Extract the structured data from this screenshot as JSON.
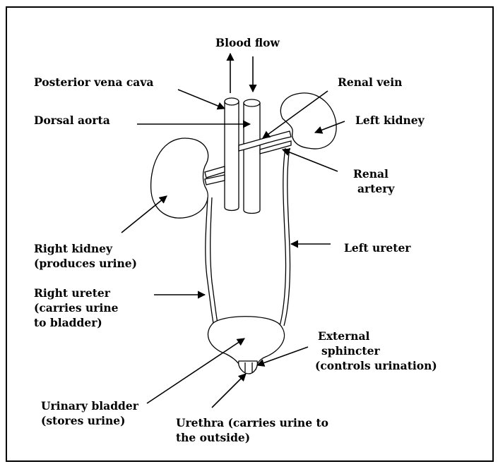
{
  "diagram": {
    "labels": {
      "blood_flow": "Blood flow",
      "posterior_vena_cava": "Posterior vena cava",
      "dorsal_aorta": "Dorsal aorta",
      "renal_vein": "Renal vein",
      "left_kidney": "Left kidney",
      "renal_artery": [
        "Renal",
        "artery"
      ],
      "right_kidney": [
        "Right kidney",
        "(produces urine)"
      ],
      "left_ureter": "Left ureter",
      "right_ureter": [
        "Right ureter",
        "(carries urine",
        "to bladder)"
      ],
      "external_sphincter": [
        "External",
        "sphincter",
        "(controls urination)"
      ],
      "urinary_bladder": [
        "Urinary bladder",
        "(stores urine)"
      ],
      "urethra": [
        "Urethra (carries urine to",
        "the outside)"
      ]
    }
  }
}
